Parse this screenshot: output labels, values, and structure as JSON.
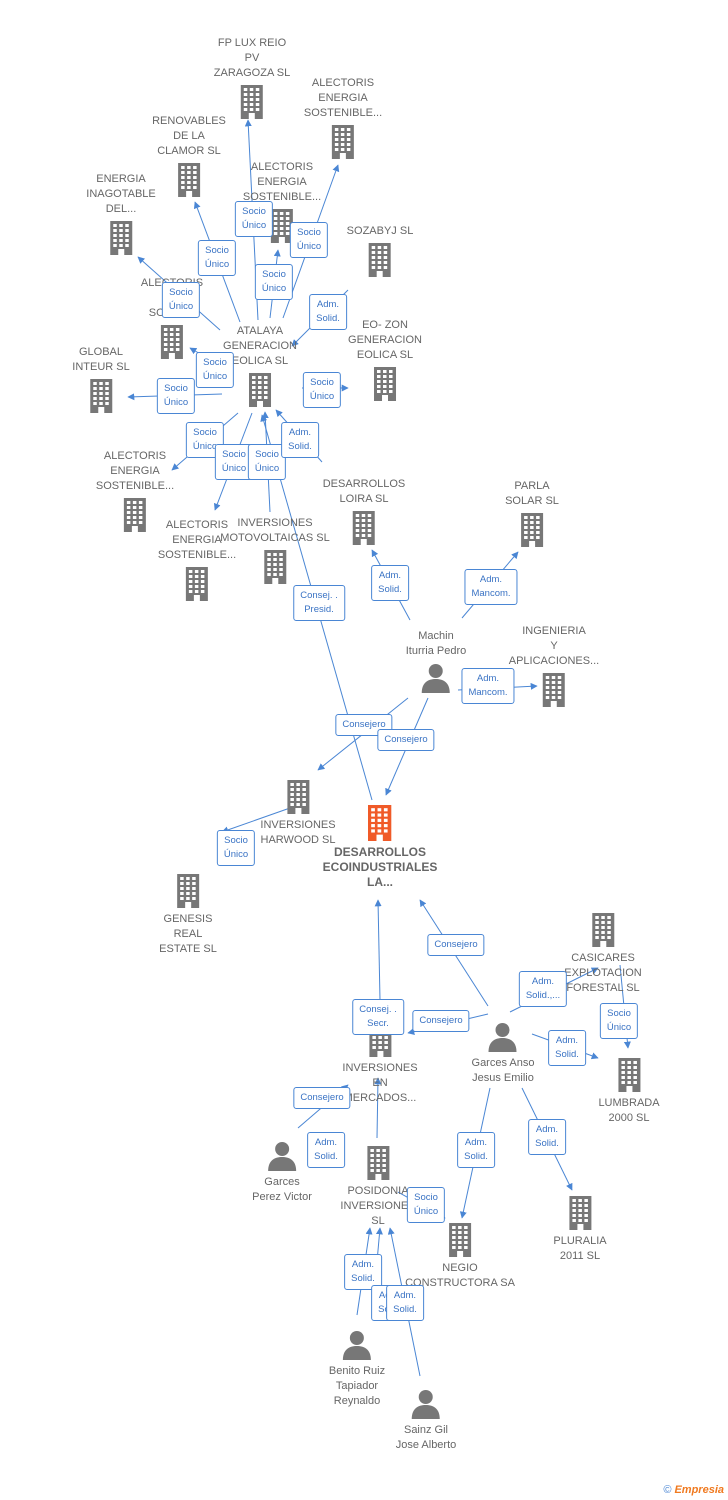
{
  "colors": {
    "edge": "#4a86d4",
    "node_icon": "#777777",
    "main_icon": "#f05a28",
    "label": "#666666"
  },
  "nodes": [
    {
      "id": "fp_lux",
      "label": "FP LUX REIO\nPV\nZARAGOZA  SL",
      "type": "company"
    },
    {
      "id": "alectoris_top",
      "label": "ALECTORIS\nENERGIA\nSOSTENIBLE...",
      "type": "company"
    },
    {
      "id": "renovables_clamor",
      "label": "RENOVABLES\nDE LA\nCLAMOR  SL",
      "type": "company"
    },
    {
      "id": "alectoris_mid",
      "label": "ALECTORIS\nENERGIA\nSOSTENIBLE...",
      "type": "company"
    },
    {
      "id": "energia_inagotable",
      "label": "ENERGIA\nINAGOTABLE\nDEL...",
      "type": "company"
    },
    {
      "id": "sozabyj",
      "label": "SOZABYJ SL",
      "type": "company"
    },
    {
      "id": "alectoris_left",
      "label": "ALECTORIS\nEN\nSOSTE...",
      "type": "company"
    },
    {
      "id": "atalaya",
      "label": "ATALAYA\nGENERACION\nEOLICA  SL",
      "type": "company"
    },
    {
      "id": "eo_zon",
      "label": "EO- ZON\nGENERACION\nEOLICA  SL",
      "type": "company"
    },
    {
      "id": "global_inteur",
      "label": "GLOBAL\nINTEUR  SL",
      "type": "company"
    },
    {
      "id": "alectoris_low1",
      "label": "ALECTORIS\nENERGIA\nSOSTENIBLE...",
      "type": "company"
    },
    {
      "id": "alectoris_low2",
      "label": "ALECTORIS\nENERGIA\nSOSTENIBLE...",
      "type": "company"
    },
    {
      "id": "inversiones_moto",
      "label": "INVERSIONES\nMOTOVOLTAICAS SL",
      "type": "company"
    },
    {
      "id": "desarrollos_loira",
      "label": "DESARROLLOS\nLOIRA SL",
      "type": "company"
    },
    {
      "id": "parla_solar",
      "label": "PARLA\nSOLAR SL",
      "type": "company"
    },
    {
      "id": "machin",
      "label": "Machin\nIturria Pedro",
      "type": "person"
    },
    {
      "id": "ingenieria",
      "label": "INGENIERIA\nY\nAPLICACIONES...",
      "type": "company"
    },
    {
      "id": "inversiones_harwood",
      "label": "INVERSIONES\nHARWOOD  SL",
      "type": "company"
    },
    {
      "id": "desarrollos_eco",
      "label": "DESARROLLOS\nECOINDUSTRIALES\nLA...",
      "type": "main"
    },
    {
      "id": "genesis",
      "label": "GENESIS\nREAL\nESTATE  SL",
      "type": "company"
    },
    {
      "id": "casicares",
      "label": "CASICARES\nEXPLOTACION\nFORESTAL SL",
      "type": "company"
    },
    {
      "id": "inversiones_mercados",
      "label": "INVERSIONES\nEN\nMERCADOS...",
      "type": "company"
    },
    {
      "id": "garces_anso",
      "label": "Garces Anso\nJesus Emilio",
      "type": "person"
    },
    {
      "id": "lumbrada",
      "label": "LUMBRADA\n2000  SL",
      "type": "company"
    },
    {
      "id": "garces_perez",
      "label": "Garces\nPerez Victor",
      "type": "person"
    },
    {
      "id": "posidonia",
      "label": "POSIDONIA\nINVERSIONES\nSL",
      "type": "company"
    },
    {
      "id": "negio",
      "label": "NEGIO\nCONSTRUCTORA SA",
      "type": "company"
    },
    {
      "id": "pluralia",
      "label": "PLURALIA\n2011 SL",
      "type": "company"
    },
    {
      "id": "benito",
      "label": "Benito Ruiz\nTapiador\nReynaldo",
      "type": "person"
    },
    {
      "id": "sainz",
      "label": "Sainz Gil\nJose Alberto",
      "type": "person"
    }
  ],
  "edges": [
    {
      "from": "atalaya",
      "to": "fp_lux",
      "label": "Socio\nÚnico"
    },
    {
      "from": "atalaya",
      "to": "alectoris_top",
      "label": "Socio\nÚnico"
    },
    {
      "from": "atalaya",
      "to": "renovables_clamor",
      "label": "Socio\nÚnico"
    },
    {
      "from": "atalaya",
      "to": "alectoris_mid",
      "label": "Socio\nÚnico"
    },
    {
      "from": "atalaya",
      "to": "energia_inagotable",
      "label": "Socio\nÚnico"
    },
    {
      "from": "atalaya",
      "to": "sozabyj",
      "label": "Adm.\nSolid."
    },
    {
      "from": "atalaya",
      "to": "alectoris_left",
      "label": "Socio\nÚnico"
    },
    {
      "from": "atalaya",
      "to": "eo_zon",
      "label": "Socio\nÚnico"
    },
    {
      "from": "atalaya",
      "to": "global_inteur",
      "label": "Socio\nÚnico"
    },
    {
      "from": "atalaya",
      "to": "alectoris_low1",
      "label": "Socio\nÚnico"
    },
    {
      "from": "atalaya",
      "to": "alectoris_low2",
      "label": "Socio\nÚnico"
    },
    {
      "from": "inversiones_moto",
      "to": "atalaya",
      "label": "Socio\nÚnico"
    },
    {
      "from": "desarrollos_loira",
      "to": "atalaya",
      "label": "Adm.\nSolid."
    },
    {
      "from": "desarrollos_eco",
      "to": "atalaya",
      "label": "Consej. .\nPresid."
    },
    {
      "from": "machin",
      "to": "desarrollos_loira",
      "label": "Adm.\nSolid."
    },
    {
      "from": "machin",
      "to": "parla_solar",
      "label": "Adm.\nMancom."
    },
    {
      "from": "machin",
      "to": "ingenieria",
      "label": "Adm.\nMancom."
    },
    {
      "from": "machin",
      "to": "inversiones_harwood",
      "label": "Consejero"
    },
    {
      "from": "machin",
      "to": "desarrollos_eco",
      "label": "Consejero"
    },
    {
      "from": "inversiones_harwood",
      "to": "genesis",
      "label": "Socio\nÚnico"
    },
    {
      "from": "inversiones_mercados",
      "to": "desarrollos_eco",
      "label": "Consej. .\nSecr."
    },
    {
      "from": "garces_anso",
      "to": "desarrollos_eco",
      "label": "Consejero"
    },
    {
      "from": "garces_anso",
      "to": "inversiones_mercados",
      "label": "Consejero"
    },
    {
      "from": "garces_anso",
      "to": "casicares",
      "label": "Adm.\nSolid.,..."
    },
    {
      "from": "garces_anso",
      "to": "lumbrada",
      "label": "Adm.\nSolid."
    },
    {
      "from": "casicares",
      "to": "lumbrada",
      "label": "Socio\nÚnico"
    },
    {
      "from": "garces_anso",
      "to": "negio",
      "label": "Adm.\nSolid."
    },
    {
      "from": "garces_anso",
      "to": "pluralia",
      "label": "Adm.\nSolid."
    },
    {
      "from": "garces_perez",
      "to": "inversiones_mercados",
      "label": "Consejero"
    },
    {
      "from": "posidonia",
      "to": "inversiones_mercados",
      "label": "Adm.\nSolid."
    },
    {
      "from": "posidonia",
      "to": "negio",
      "label": "Socio\nÚnico"
    },
    {
      "from": "benito",
      "to": "posidonia",
      "label": "Adm.\nSolid."
    },
    {
      "from": "benito",
      "to": "posidonia",
      "label": "Adm.\nSolid."
    },
    {
      "from": "sainz",
      "to": "posidonia",
      "label": "Adm.\nSolid."
    }
  ],
  "footer": {
    "copyright_symbol": "©",
    "brand": "Empresia"
  }
}
